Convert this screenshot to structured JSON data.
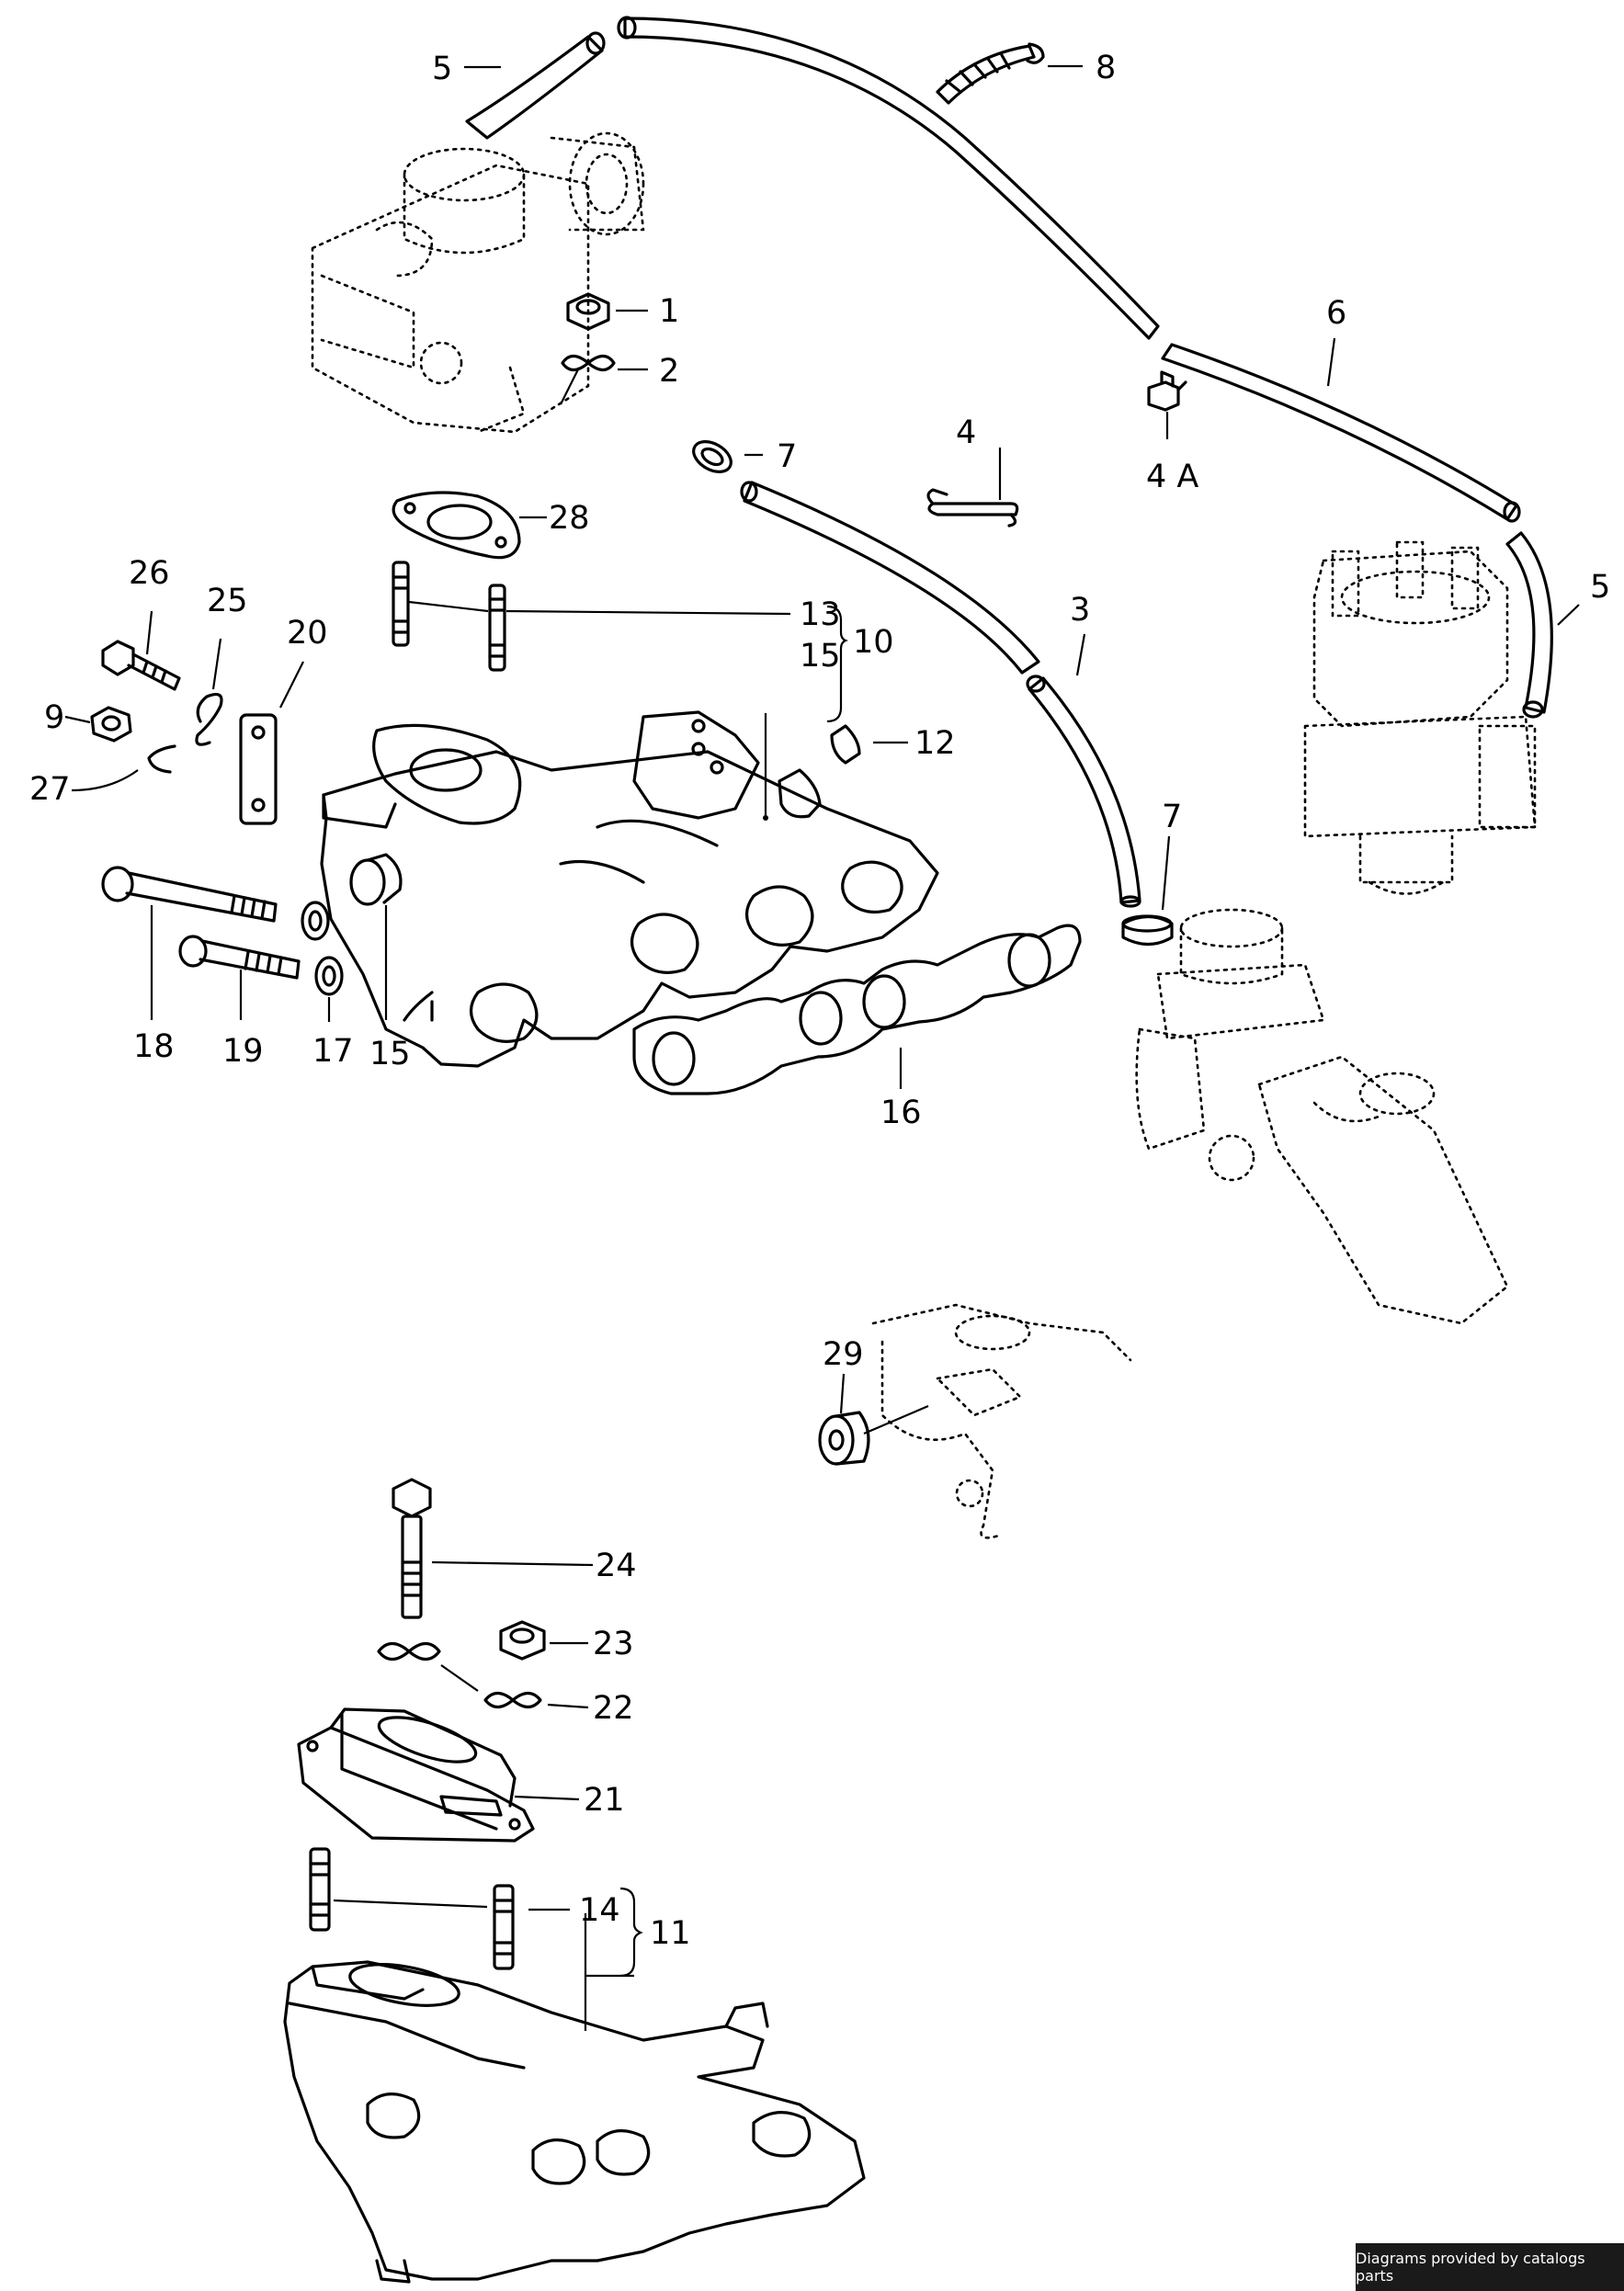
{
  "callouts": [
    {
      "id": "c5a",
      "text": "5"
    },
    {
      "id": "c8",
      "text": "8"
    },
    {
      "id": "c1",
      "text": "1"
    },
    {
      "id": "c2",
      "text": "2"
    },
    {
      "id": "c6",
      "text": "6"
    },
    {
      "id": "c7a",
      "text": "7"
    },
    {
      "id": "c4",
      "text": "4"
    },
    {
      "id": "c4A",
      "text": "4 A"
    },
    {
      "id": "c28",
      "text": "28"
    },
    {
      "id": "c5b",
      "text": "5"
    },
    {
      "id": "c26",
      "text": "26"
    },
    {
      "id": "c25",
      "text": "25"
    },
    {
      "id": "c20",
      "text": "20"
    },
    {
      "id": "c13",
      "text": "13"
    },
    {
      "id": "c15a",
      "text": "15"
    },
    {
      "id": "c10",
      "text": "10"
    },
    {
      "id": "c3",
      "text": "3"
    },
    {
      "id": "c9",
      "text": "9"
    },
    {
      "id": "c27",
      "text": "27"
    },
    {
      "id": "c12",
      "text": "12"
    },
    {
      "id": "c7b",
      "text": "7"
    },
    {
      "id": "c18",
      "text": "18"
    },
    {
      "id": "c19",
      "text": "19"
    },
    {
      "id": "c17",
      "text": "17"
    },
    {
      "id": "c15b",
      "text": "15"
    },
    {
      "id": "c16",
      "text": "16"
    },
    {
      "id": "c29",
      "text": "29"
    },
    {
      "id": "c24",
      "text": "24"
    },
    {
      "id": "c23",
      "text": "23"
    },
    {
      "id": "c22",
      "text": "22"
    },
    {
      "id": "c21",
      "text": "21"
    },
    {
      "id": "c14",
      "text": "14"
    },
    {
      "id": "c11",
      "text": "11"
    }
  ],
  "footer": {
    "text": "Diagrams provided by catalogs parts"
  }
}
